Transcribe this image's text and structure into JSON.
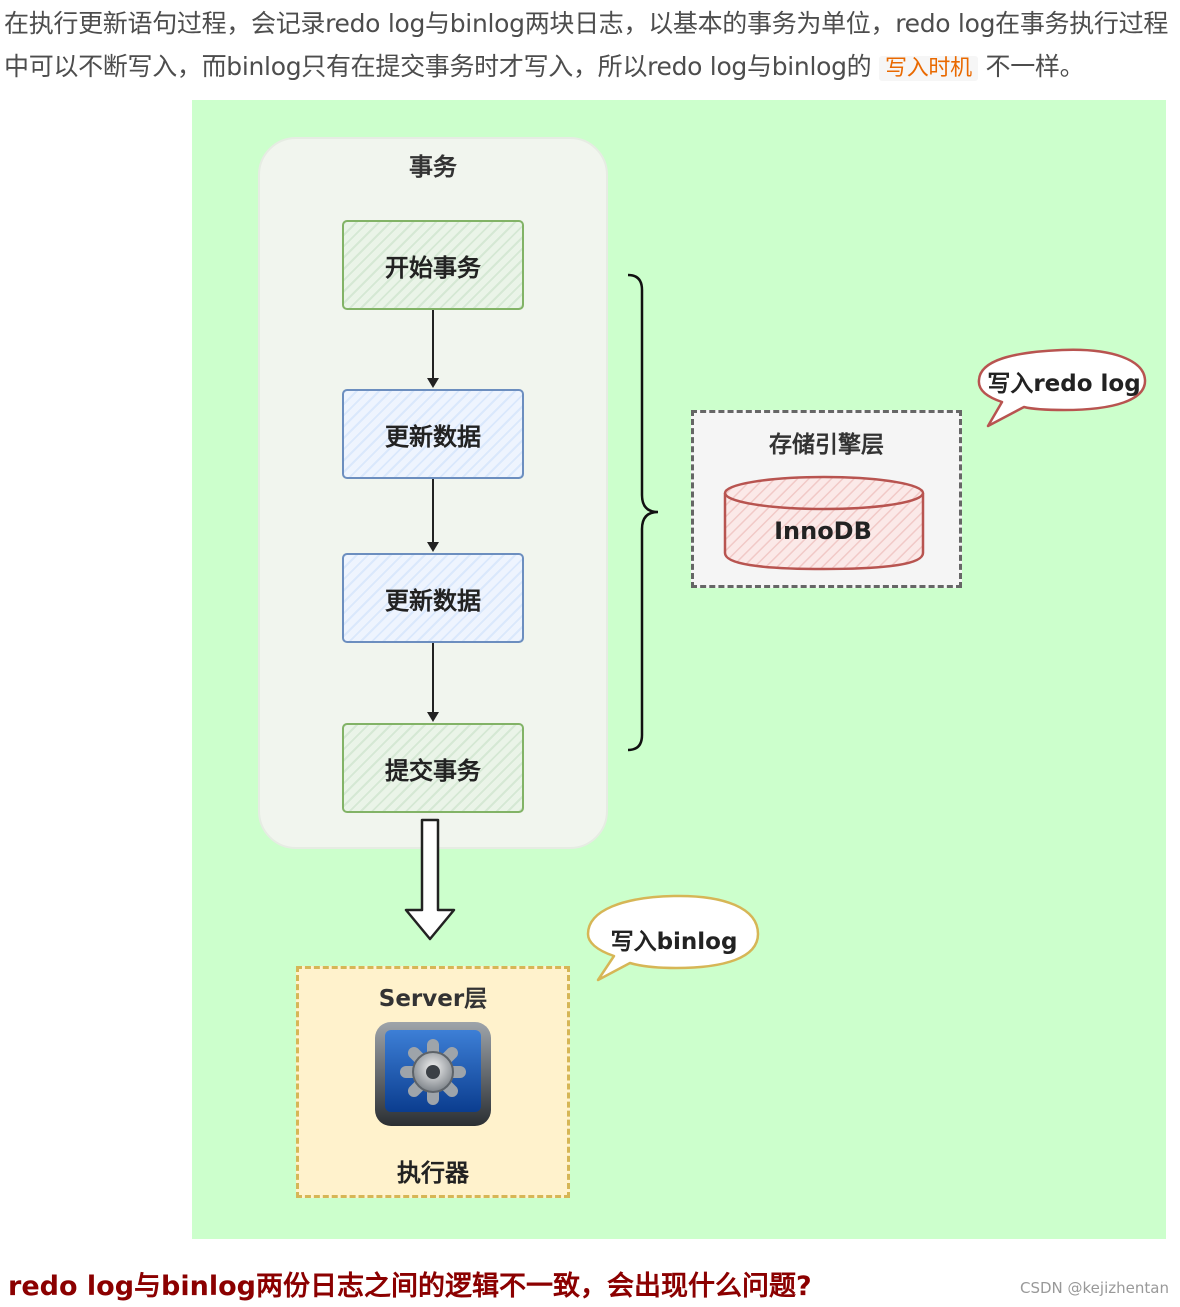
{
  "intro": {
    "line1": "在执行更新语句过程，会记录redo log与binlog两块日志，以基本的事务为单位，redo log在事务执行过程",
    "line2_before": "中可以不断写入，而binlog只有在提交事务时才写入，所以redo log与binlog的",
    "line2_code": "写入时机",
    "line2_after": "不一样。"
  },
  "diagram": {
    "transaction_group_title": "事务",
    "steps": [
      "开始事务",
      "更新数据",
      "更新数据",
      "提交事务"
    ],
    "storage_layer": {
      "title": "存储引擎层",
      "engine": "InnoDB"
    },
    "server_layer": {
      "title": "Server层",
      "component": "执行器",
      "icon": "gear-icon"
    },
    "callouts": {
      "redo": "写入redo log",
      "binlog": "写入binlog"
    },
    "colors": {
      "background": "#ccffcc",
      "step_green": "#82b366",
      "step_blue": "#6c8ebf",
      "engine_red": "#b85450",
      "server_yellow": "#d6b656"
    }
  },
  "question": "redo log与binlog两份日志之间的逻辑不一致，会出现什么问题?",
  "watermark": "CSDN @kejizhentan"
}
